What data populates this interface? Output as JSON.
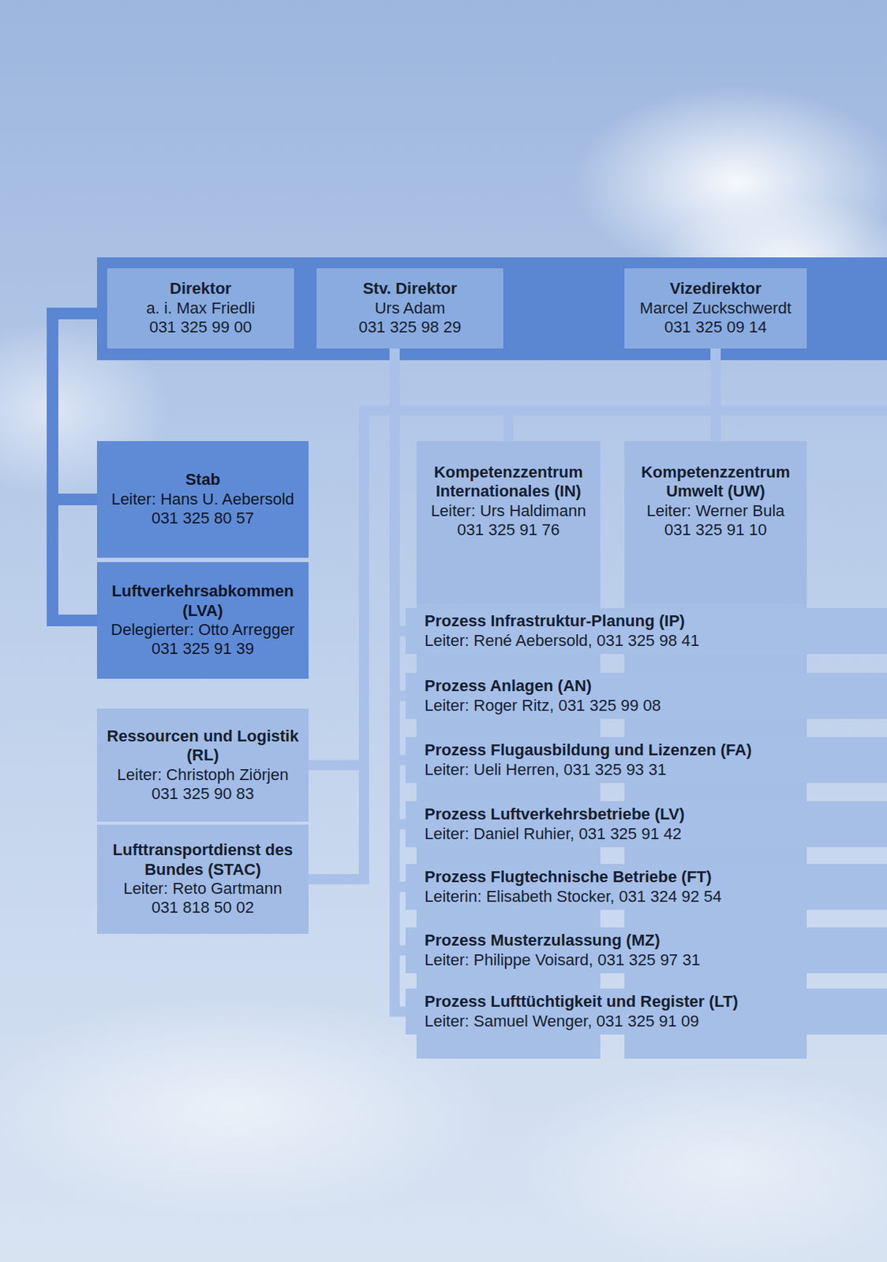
{
  "diagram": {
    "nodes": [
      {
        "text": [
          "Direktor",
          "a. i. Max Friedli",
          "031 325 99 00"
        ]
      },
      {
        "text": [
          "Stv. Direktor",
          "Urs Adam",
          "031 325 98 29"
        ]
      },
      {
        "text": [
          "Vizedirektor",
          "Marcel Zuckschwerdt",
          "031 325 09 14"
        ]
      },
      {
        "text": [
          "Stab",
          "Leiter: Hans U. Aebersold",
          "031 325 80 57"
        ]
      },
      {
        "text": [
          "Luftverkehrsabkommen (LVA)",
          "Delegierter: Otto Arregger",
          "031 325 91 39"
        ]
      },
      {
        "text": [
          "Kompetenzzentrum Internationales (IN)",
          "Leiter: Urs Haldimann",
          "031 325 91 76"
        ]
      },
      {
        "text": [
          "Kompetenzzentrum Umwelt (UW)",
          "Leiter: Werner Bula",
          "031 325 91 10"
        ]
      },
      {
        "text": [
          "Ressourcen und Logistik (RL)",
          "Leiter: Christoph Ziörjen",
          "031 325 90 83"
        ]
      },
      {
        "text": [
          "Lufttransportdienst des Bundes (STAC)",
          "Leiter: Reto Gartmann",
          "031 818 50 02"
        ]
      },
      {
        "text": [
          "Prozess Infrastruktur-Planung (IP)",
          "Leiter: René Aebersold, 031 325 98 41"
        ]
      },
      {
        "text": [
          "Prozess Anlagen (AN)",
          "Leiter: Roger Ritz, 031 325 99 08"
        ]
      },
      {
        "text": [
          "Prozess Flugausbildung und Lizenzen (FA)",
          "Leiter: Ueli Herren, 031 325 93 31"
        ]
      },
      {
        "text": [
          "Prozess Luftverkehrsbetriebe (LV)",
          "Leiter: Daniel Ruhier, 031 325 91 42"
        ]
      },
      {
        "text": [
          "Prozess Flugtechnische Betriebe (FT)",
          "Leiterin: Elisabeth Stocker, 031 324 92 54"
        ]
      },
      {
        "text": [
          "Prozess Musterzulassung (MZ)",
          "Leiter: Philippe Voisard, 031 325 97 31"
        ]
      },
      {
        "text": [
          "Prozess Lufttüchtigkeit und Register (LT)",
          "Leiter: Samuel Wenger, 031 325 91 09"
        ]
      }
    ],
    "edges": [
      {
        "from": 0,
        "to": 3,
        "arrow": "none"
      },
      {
        "from": 0,
        "to": 4,
        "arrow": "none"
      },
      {
        "from": 1,
        "to": 9,
        "arrow": "none"
      },
      {
        "from": 1,
        "to": 10,
        "arrow": "none"
      },
      {
        "from": 1,
        "to": 11,
        "arrow": "none"
      },
      {
        "from": 1,
        "to": 12,
        "arrow": "none"
      },
      {
        "from": 1,
        "to": 13,
        "arrow": "none"
      },
      {
        "from": 1,
        "to": 14,
        "arrow": "none"
      },
      {
        "from": 1,
        "to": 15,
        "arrow": "none"
      },
      {
        "from": 2,
        "to": 5,
        "arrow": "none"
      },
      {
        "from": 2,
        "to": 6,
        "arrow": "none"
      },
      {
        "from": 2,
        "to": 7,
        "arrow": "none"
      },
      {
        "from": 2,
        "to": 8,
        "arrow": "none"
      }
    ]
  }
}
